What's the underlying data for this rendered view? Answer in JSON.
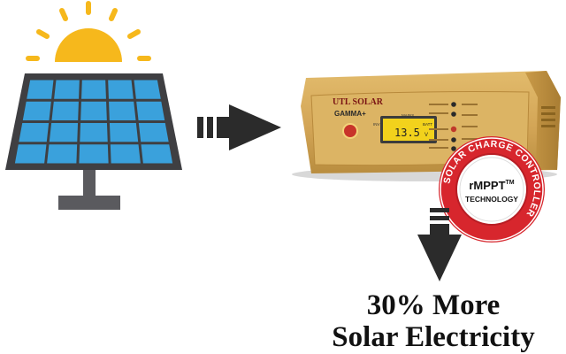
{
  "colors": {
    "sun": "#f6b81c",
    "panel_frame": "#3f3f42",
    "panel_cell": "#3aa1dc",
    "arrow": "#2b2b2b",
    "inverter_body": "#d3a556",
    "inverter_dark": "#b88a3c",
    "lcd": "#f2d21c",
    "badge_red": "#d7262d",
    "headline": "#111111"
  },
  "icons": {
    "sun": "sun-icon",
    "solar_panel": "solar-panel-icon",
    "arrow_right": "arrow-right-icon",
    "arrow_down": "arrow-down-icon"
  },
  "inverter": {
    "brand": "UTL SOLAR",
    "model": "GAMMA+",
    "lcd_mode": "MAINS",
    "lcd_left_label": "INV",
    "lcd_right_label": "BATT",
    "lcd_value": "13.5",
    "lcd_unit": "V"
  },
  "badge": {
    "ring_text": "SOLAR CHARGE CONTROLLER",
    "line1": "rMPPT",
    "superscript": "TM",
    "line2": "TECHNOLOGY"
  },
  "headline": {
    "line1": "30% More",
    "line2": "Solar Electricity"
  }
}
